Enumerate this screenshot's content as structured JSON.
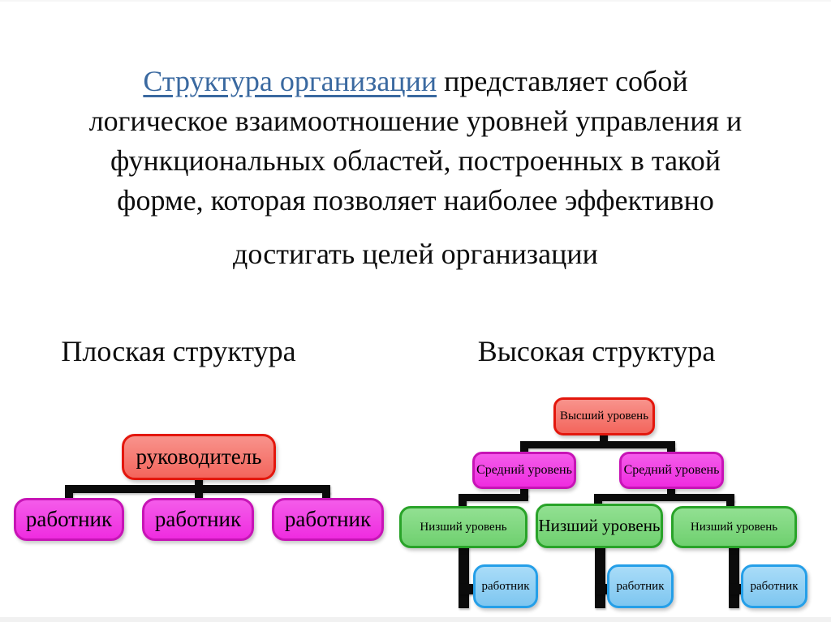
{
  "title": {
    "link": "Структура организации",
    "line1_rest": " представляет собой",
    "line2": "логическое взаимоотношение уровней управления и",
    "line3": "функциональных областей, построенных в такой",
    "line4": "форме, которая позволяет наиболее эффективно",
    "line5": "достигать целей организации"
  },
  "flat": {
    "heading": "Плоская структура",
    "root": "руководитель",
    "workers": [
      "работник",
      "работник",
      "работник"
    ]
  },
  "tall": {
    "heading": "Высокая структура",
    "top": "Высший уровень",
    "middle": [
      "Средний уровень",
      "Средний уровень"
    ],
    "lower": [
      "Низший уровень",
      "Низший уровень",
      "Низший уровень"
    ],
    "workers": [
      "работник",
      "работник",
      "работник"
    ]
  },
  "colors": {
    "link_blue": "#3A69A0",
    "top_level_fill": "#F5716A",
    "top_level_border": "#E3170D",
    "middle_level_fill": "#F23EE4",
    "middle_level_border": "#C714B6",
    "lower_level_fill": "#7FD87F",
    "lower_level_border": "#29A329",
    "worker_fill": "#92D2F4",
    "worker_border": "#259FE8",
    "connector": "#0B0B0B",
    "background": "#FFFFFF"
  }
}
